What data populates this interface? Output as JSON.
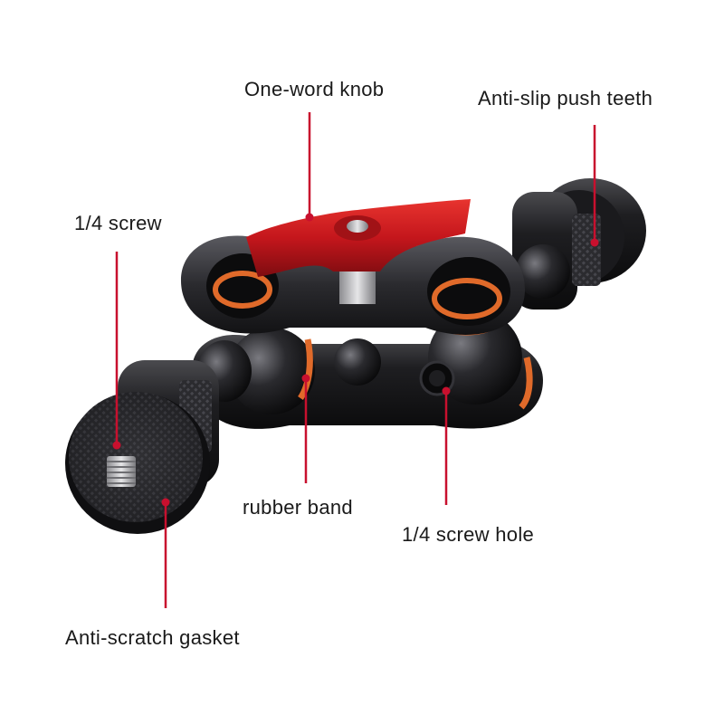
{
  "labels": {
    "knob": "One-word knob",
    "teeth": "Anti-slip push teeth",
    "screw": "1/4 screw",
    "band": "rubber band",
    "hole": "1/4 screw hole",
    "gasket": "Anti-scratch gasket"
  },
  "colors": {
    "leader_line": "#c8102e",
    "knob": "#c4161c",
    "metal_body": "#1c1c1e",
    "rubber_band": "#e06a2a"
  }
}
